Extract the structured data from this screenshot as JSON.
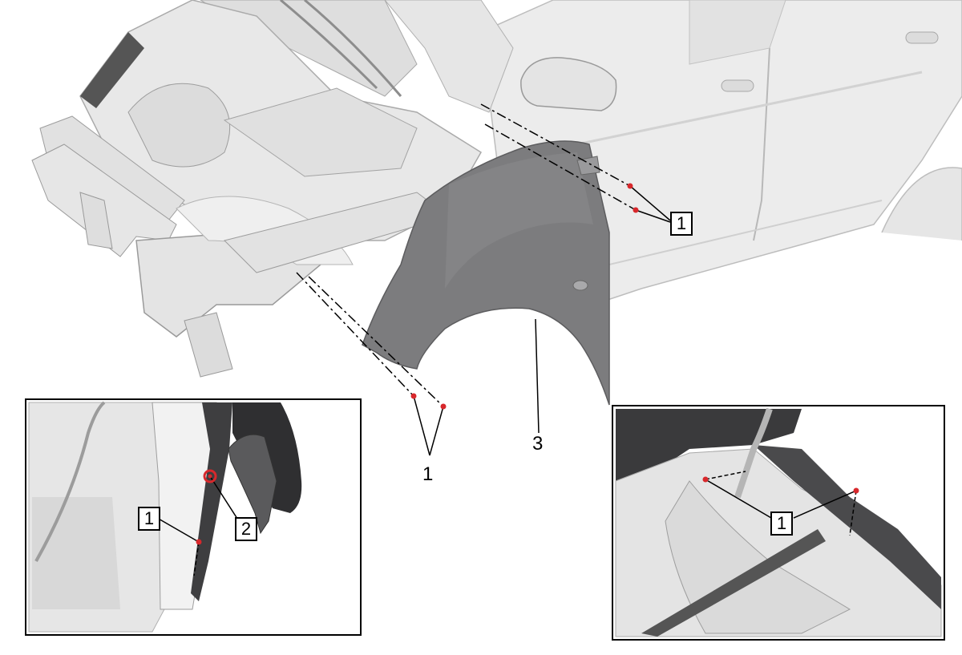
{
  "callouts": {
    "main_bolts_upper": "1",
    "main_bolts_lower": "1",
    "main_fender": "3",
    "inset_left_bolt": "1",
    "inset_left_clip": "2",
    "inset_right_bolts": "1"
  },
  "colors": {
    "fastener_red": "#d8282c",
    "fender_gray": "#7c7c7e",
    "body_light": "#e9e9e9",
    "outline": "#000000"
  }
}
